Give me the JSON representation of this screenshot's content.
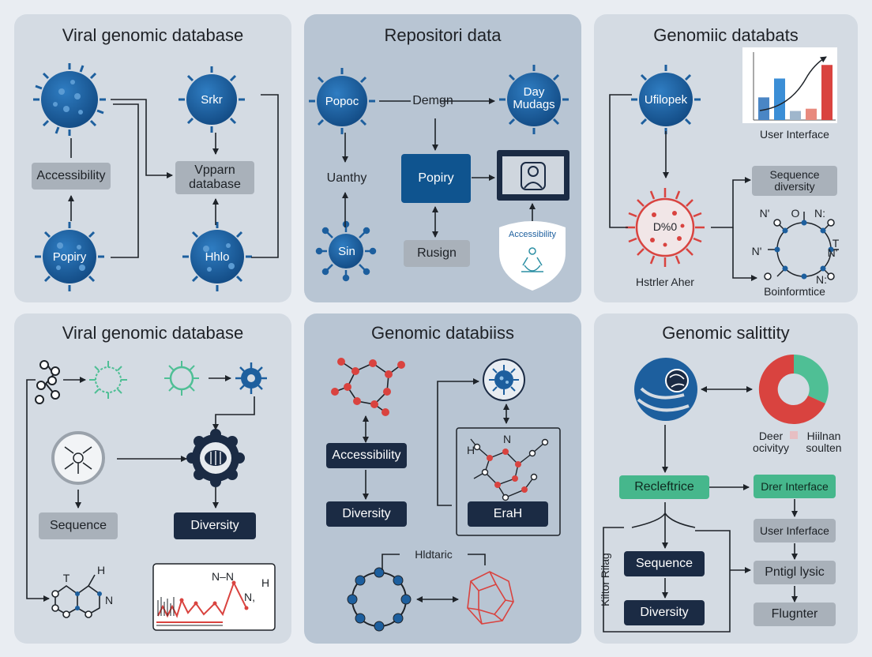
{
  "panels": [
    {
      "title": "Viral genomic database",
      "labels": {
        "srkr": "Srkr",
        "accessibility": "Accessibility",
        "vpparn": "Vpparn\ndatabase",
        "popiry": "Popiry",
        "hhlo": "Hhlo"
      }
    },
    {
      "title": "Repositori data",
      "labels": {
        "popoc": "Popoc",
        "demgn": "Demgn",
        "day_mudags": "Day\nMudags",
        "uanthy": "Uanthy",
        "popiry": "Popiry",
        "sin": "Sin",
        "rusign": "Rusign",
        "accessibility": "Accessibility"
      }
    },
    {
      "title": "Genomiic databats",
      "labels": {
        "ufilopek": "Ufilopek",
        "user_interface": "User Interface",
        "sequence_diversity": "Sequence\ndiversity",
        "dx0": "D%0",
        "hstrler_aher": "Hstrler Aher",
        "bioinformtice": "Boinformtice",
        "n1": "N'",
        "o1": "O",
        "n2": "N:",
        "t1": "T",
        "n3": "N'",
        "n4": "N'",
        "n5": "N:"
      }
    },
    {
      "title": "Viral genomic database",
      "labels": {
        "sequence": "Sequence",
        "diversity": "Diversity",
        "t": "T",
        "h1": "H",
        "n1": "N",
        "nn": "N–N",
        "nx": "N,",
        "h2": "H"
      }
    },
    {
      "title": "Genomic databiiss",
      "labels": {
        "accessibility": "Accessibility",
        "diversity": "Diversity",
        "erah": "EraH",
        "hldtaric": "Hldtaric",
        "n": "N",
        "h": "H"
      }
    },
    {
      "title": "Genomic salittity",
      "labels": {
        "deer_ocivitty": "Deer\nocivityy",
        "hiilnan_soulten": "Hiilnan\nsoulten",
        "recleftrice": "Recleftrice",
        "drer_interface": "Drer Interface",
        "user_interface": "User Inferface",
        "pntigl_lysic": "Pntigl lysic",
        "flugnter": "Flugnter",
        "sequence": "Sequence",
        "diversity": "Diversity",
        "kiltor_rilag": "Kiltor Rilag"
      }
    }
  ],
  "colors": {
    "virus_blue": "#1d5f9e",
    "virus_red": "#d9433f",
    "virus_green": "#4fbf95",
    "navy": "#1b2b44",
    "arrow": "#1e2329"
  },
  "chart_data": {
    "type": "bar",
    "categories": [],
    "values": [
      0.3,
      0.55,
      0.12,
      0.15,
      0.73
    ],
    "title": "",
    "xlabel": "",
    "ylabel": "",
    "ylim": [
      0,
      0.9
    ]
  }
}
